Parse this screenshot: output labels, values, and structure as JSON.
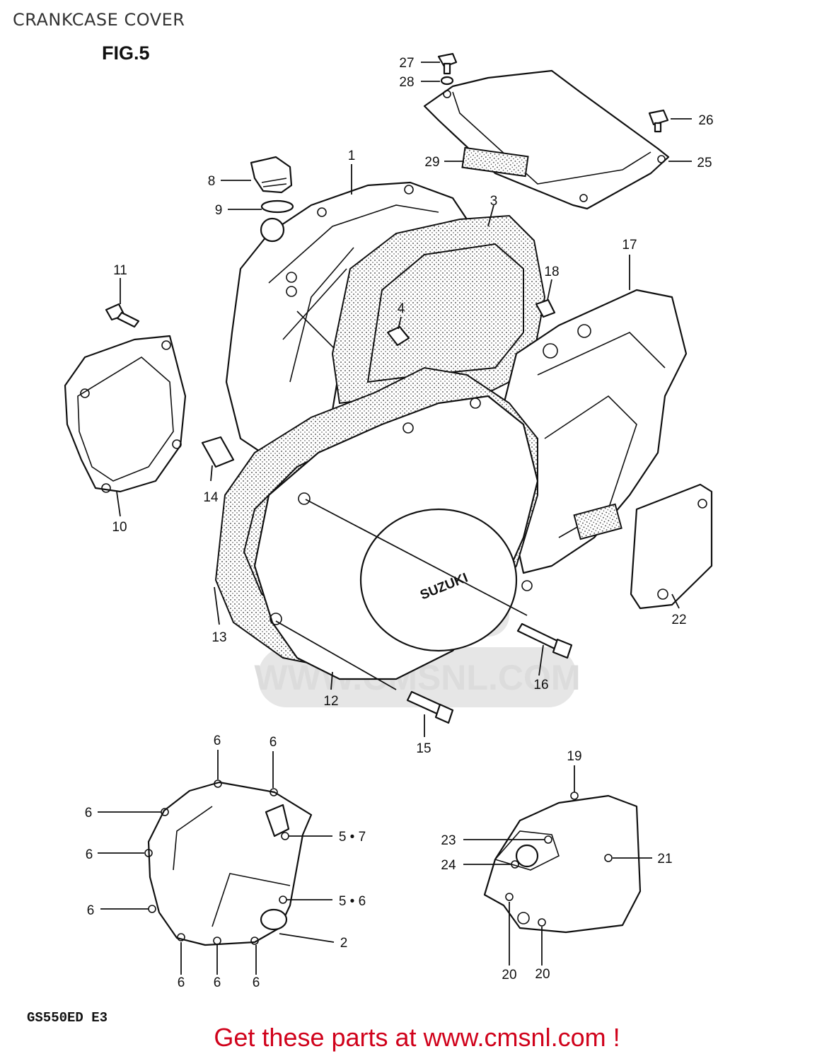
{
  "page_title": "CRANKCASE COVER",
  "figure_label": "FIG.5",
  "model_code": "GS550ED E3",
  "footer_link": "Get these parts at www.cmsnl.com !",
  "watermark": "WWW.CMSNL.COM",
  "logo_text": "SUZUKI",
  "callouts": {
    "c1": "1",
    "c2": "2",
    "c3": "3",
    "c4": "4",
    "c5_7": "5 • 7",
    "c5_6": "5 • 6",
    "c6a": "6",
    "c6b": "6",
    "c6c": "6",
    "c6d": "6",
    "c6e": "6",
    "c6f": "6",
    "c6g": "6",
    "c6h": "6",
    "c8": "8",
    "c9": "9",
    "c10": "10",
    "c11": "11",
    "c12": "12",
    "c13": "13",
    "c14": "14",
    "c15": "15",
    "c16": "16",
    "c17": "17",
    "c18": "18",
    "c19": "19",
    "c20a": "20",
    "c20b": "20",
    "c21": "21",
    "c22": "22",
    "c23": "23",
    "c24": "24",
    "c25": "25",
    "c26": "26",
    "c27": "27",
    "c28": "28",
    "c29": "29"
  },
  "colors": {
    "footer": "#d0021b",
    "line": "#111111",
    "watermark": "#e6e6e6"
  }
}
